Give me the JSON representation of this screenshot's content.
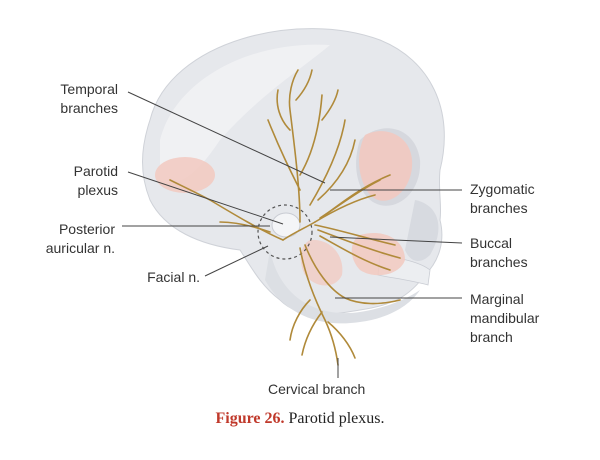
{
  "labels": {
    "temporal": "Temporal\nbranches",
    "parotid": "Parotid\nplexus",
    "posterior_auricular": "Posterior\nauricular n.",
    "facial": "Facial n.",
    "zygomatic": "Zygomatic\nbranches",
    "buccal": "Buccal\nbranches",
    "marginal_mandibular": "Marginal\nmandibular\nbranch",
    "cervical": "Cervical branch"
  },
  "caption": {
    "number": "Figure 26.",
    "text": " Parotid plexus."
  },
  "colors": {
    "skull": "#e6e8ec",
    "skull_shadow": "#c9ccd3",
    "pink": "#f2c9c0",
    "nerve": "#b08a3a",
    "leader": "#444444",
    "caption_accent": "#c0392b"
  }
}
